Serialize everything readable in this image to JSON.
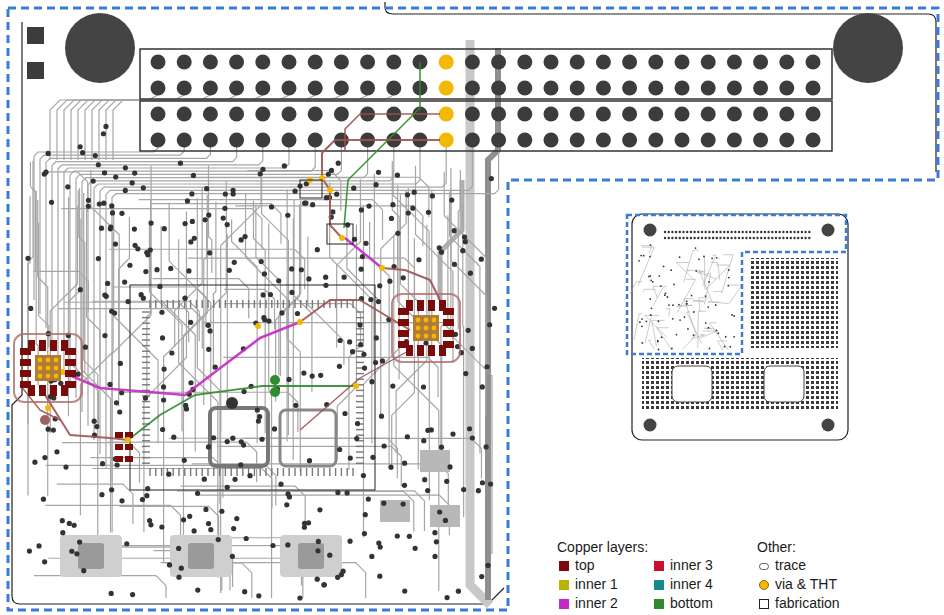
{
  "diagram": {
    "labels": [
      "Copper layers:",
      "Other:"
    ],
    "legend": [
      {
        "text": "top",
        "color": "#7b0a0a"
      },
      {
        "text": "inner 1",
        "color": "#b8b400"
      },
      {
        "text": "inner 2",
        "color": "#c42bc4"
      },
      {
        "text": "inner 3",
        "color": "#c8102e"
      },
      {
        "text": "inner 4",
        "color": "#178a8a"
      },
      {
        "text": "bottom",
        "color": "#2e8b2e"
      },
      {
        "text": "trace"
      },
      {
        "text": "via & THT"
      },
      {
        "text": "fabrication"
      }
    ]
  }
}
